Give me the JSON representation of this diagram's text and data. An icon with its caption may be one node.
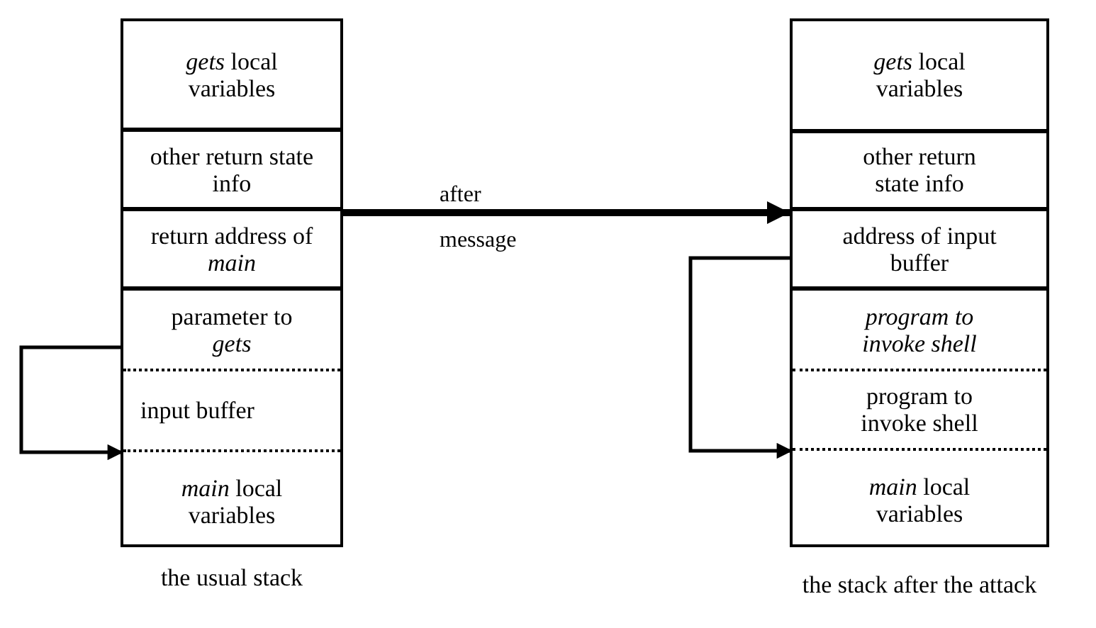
{
  "diagram": {
    "nodes": [
      {
        "text": [
          "the usual stack"
        ]
      },
      {
        "text": [
          "*gets* local variables"
        ],
        "in": 0
      },
      {
        "text": [
          "other return state info"
        ],
        "in": 0
      },
      {
        "text": [
          "return address of *main*"
        ],
        "in": 0
      },
      {
        "text": [
          "parameter to *gets*"
        ],
        "in": 0
      },
      {
        "text": [
          "input buffer"
        ],
        "in": 0
      },
      {
        "text": [
          "*main* local variables"
        ],
        "in": 0
      },
      {
        "text": [
          "the stack after the attack"
        ]
      },
      {
        "text": [
          "*gets* local variables"
        ],
        "in": 7
      },
      {
        "text": [
          "other return state info"
        ],
        "in": 7
      },
      {
        "text": [
          "address of input buffer"
        ],
        "in": 7
      },
      {
        "text": [
          "program to invoke shell"
        ],
        "in": 7
      },
      {
        "text": [
          "program to invoke shell"
        ],
        "in": 7
      },
      {
        "text": [
          "*main* local variables"
        ],
        "in": 7
      }
    ],
    "edges": [
      {
        "from": 4,
        "to": 5,
        "arrow": "to"
      },
      {
        "from": 0,
        "to": 7,
        "arrow": "to",
        "label": "after message",
        "style": "thick"
      },
      {
        "from": 10,
        "to": 12,
        "arrow": "to"
      }
    ]
  }
}
